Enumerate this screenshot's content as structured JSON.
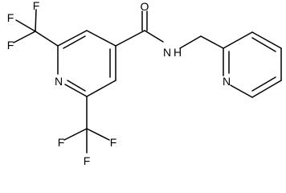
{
  "atom_labels": {
    "cf3_top": {
      "f1": "F",
      "f2": "F",
      "f3": "F"
    },
    "cf3_bottom": {
      "f1": "F",
      "f2": "F",
      "f3": "F"
    },
    "pyridine_n": "N",
    "carbonyl_o": "O",
    "amide_nh": "N",
    "amide_h": "H",
    "pyridyl_n": "N"
  },
  "colors": {
    "bond": "#000000",
    "label": "#000000",
    "background": "#ffffff"
  }
}
